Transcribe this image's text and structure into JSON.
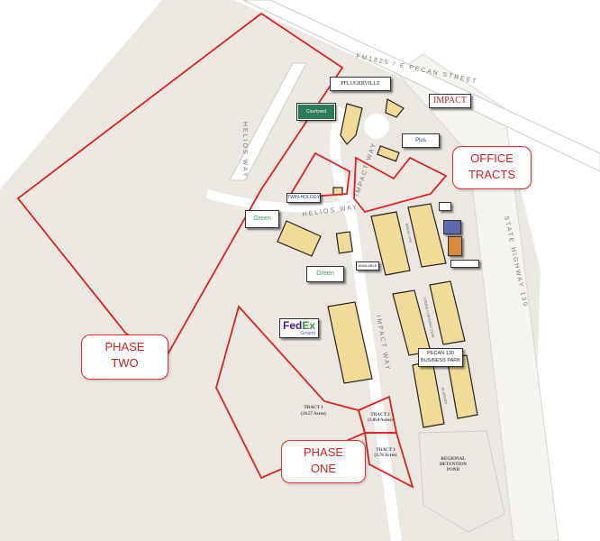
{
  "roads": {
    "fm1825": "FM1825 / E PECAN STREET",
    "helios_way_left": "HELIOS WAY",
    "helios_way": "HELIOS WAY",
    "impact_way_north": "IMPACT WAY",
    "impact_way_south": "IMPACT WAY",
    "sh130": "STATE HIGHWAY 130"
  },
  "callouts": {
    "phase_two": [
      "PHASE",
      "TWO"
    ],
    "phase_one": [
      "PHASE",
      "ONE"
    ],
    "office_tracts": [
      "OFFICE",
      "TRACTS"
    ]
  },
  "signs": {
    "pflugerville": "PFLUGERVILLE",
    "impact": "IMPACT",
    "courtyard": "Courtyard",
    "best_western": "Plus",
    "twinhology": "TWIN-HOLOGY",
    "green_dot": "Green",
    "fedex_fed": "Fed",
    "fedex_ex": "Ex",
    "fedex_ground": "Ground",
    "available": "AVAILABLE",
    "business_park": [
      "PECAN 130",
      "BUSINESS PARK"
    ]
  },
  "labels": {
    "phase_one_bldg": "PHASE ONE",
    "under_construction": "UNDER CONSTRUCTION",
    "planned": "PLANNED"
  },
  "tracts": [
    {
      "name": "TRACT 1",
      "area": "(19.57 Acres)"
    },
    {
      "name": "TRACT 2",
      "area": "(1.054 Acres)"
    },
    {
      "name": "TRACT 3",
      "area": "(3.76 Acres)"
    }
  ],
  "pond": [
    "REGIONAL",
    "DETENTION",
    "POND"
  ],
  "colors": {
    "boundary": "#e02020",
    "building": "#f0dc96",
    "land": "#ebe8e1"
  }
}
